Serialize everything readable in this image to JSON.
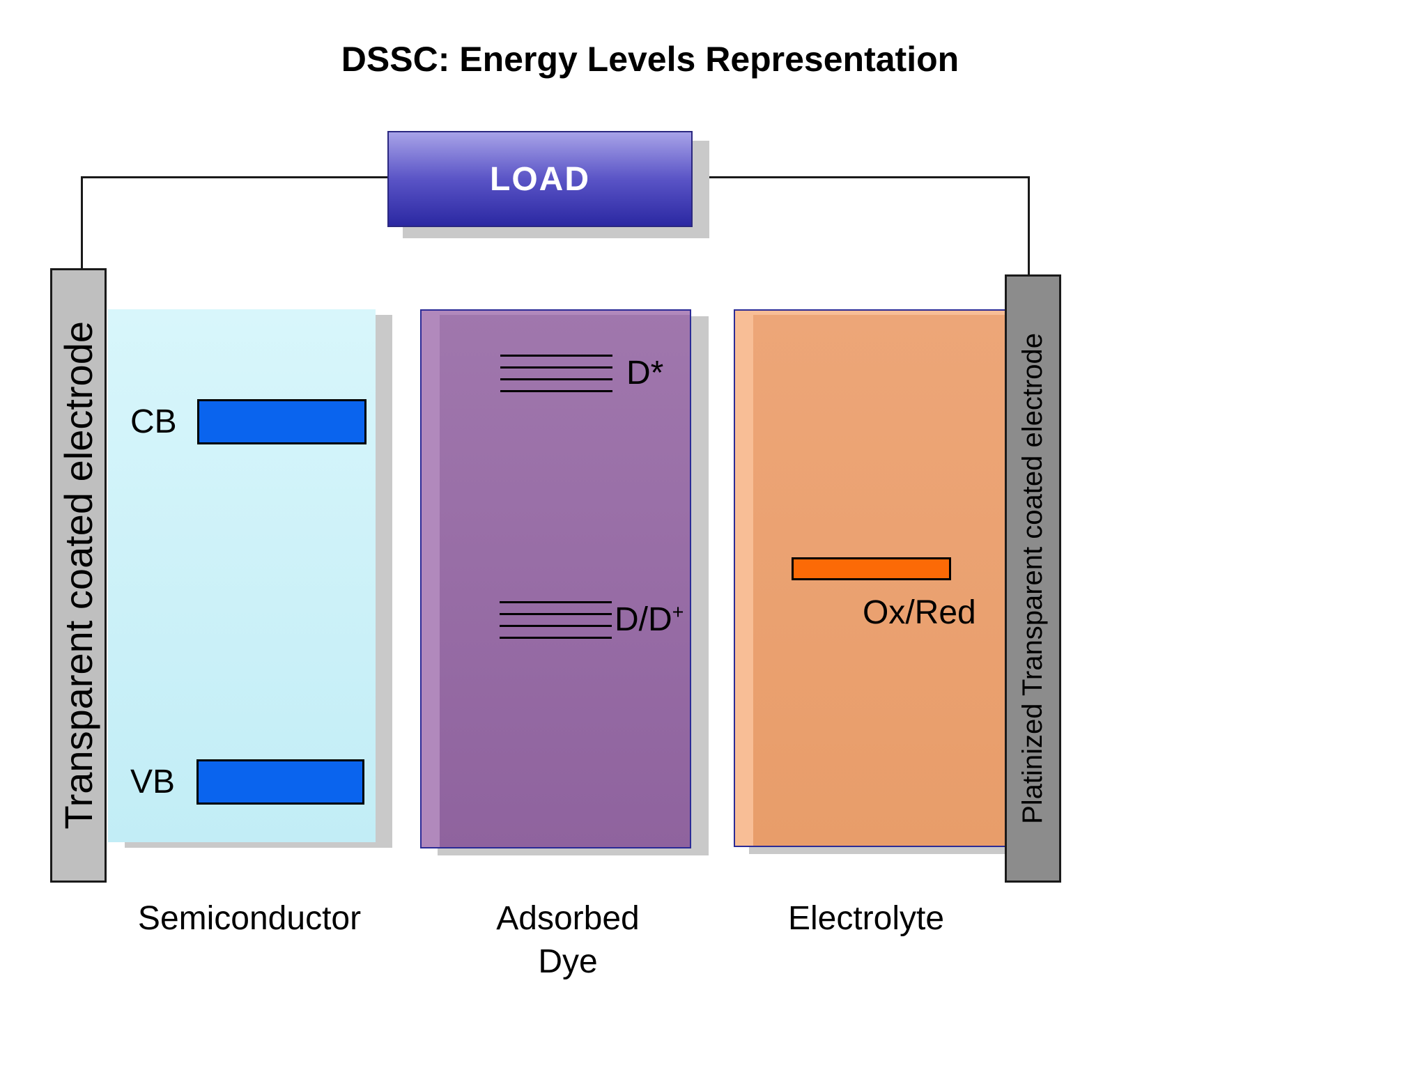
{
  "title": "DSSC: Energy Levels Representation",
  "load": {
    "label": "LOAD"
  },
  "electrodes": {
    "left": {
      "label": "Transparent coated electrode"
    },
    "right": {
      "label": "Platinized Transparent coated electrode"
    }
  },
  "semiconductor": {
    "label": "Semiconductor",
    "cb_label": "CB",
    "vb_label": "VB"
  },
  "dye": {
    "label_line1": "Adsorbed",
    "label_line2": "Dye",
    "excited_label": "D*",
    "ground_base": "D/D",
    "ground_superscript": "+"
  },
  "electrolyte": {
    "label": "Electrolyte",
    "redox_label": "Ox/Red"
  },
  "colors": {
    "title_text": "#000000",
    "label_text": "#000000",
    "wire": "#1a1a1a",
    "shadow": "#c9c9c9",
    "load_border": "#2b2880",
    "load_gradient_top": "#a8a3e8",
    "load_gradient_mid": "#5a54c6",
    "load_gradient_bottom": "#2b28a2",
    "load_text": "#ffffff",
    "electrode_left_fill": "#bfbfbf",
    "electrode_right_fill": "#8c8c8c",
    "electrode_border": "#1a1a1a",
    "electrode_text": "#000000",
    "semiconductor_fill_top": "#d8f6fb",
    "semiconductor_fill_bottom": "#c2edf6",
    "band_fill": "#0a64ee",
    "band_border": "#000000",
    "dye_border": "#2b2b96",
    "dye_fill_top": "#a077ad",
    "dye_fill_bottom": "#8f639e",
    "dye_strip": "#b189bc",
    "level_line": "#000000",
    "electrolyte_border": "#2b2b96",
    "electrolyte_fill": "#eda678",
    "electrolyte_fill_bottom": "#e89d6a",
    "electrolyte_strip": "#f8be96",
    "redox_fill": "#fc6a06",
    "redox_border": "#000000"
  }
}
